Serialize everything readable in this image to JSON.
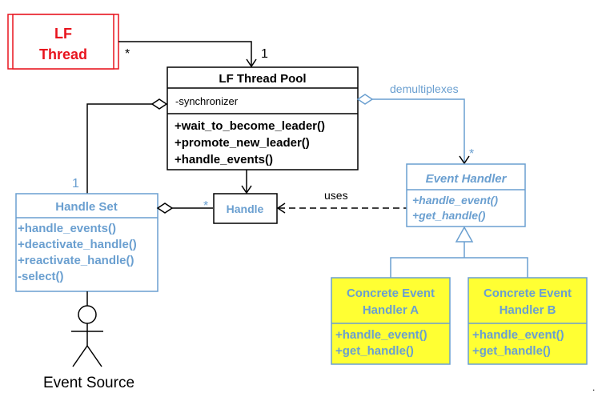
{
  "colors": {
    "red": "#e8141e",
    "blue": "#6a9fd0",
    "black": "#000000",
    "yellow": "#ffff33",
    "white": "#ffffff"
  },
  "lf_thread": {
    "line1": "LF",
    "line2": "Thread"
  },
  "thread_pool_assoc": {
    "many": "*",
    "one": "1"
  },
  "thread_pool": {
    "title": "LF Thread Pool",
    "attribute": "-synchronizer",
    "methods": [
      "+wait_to_become_leader()",
      "+promote_new_leader()",
      "+handle_events()"
    ]
  },
  "demux": {
    "label": "demultiplexes",
    "many": "*"
  },
  "handle_set": {
    "title": "Handle Set",
    "multiplicity": "1",
    "methods": [
      "+handle_events()",
      "+deactivate_handle()",
      "+reactivate_handle()",
      "-select()"
    ]
  },
  "handle": {
    "title": "Handle",
    "many": "*"
  },
  "uses_label": "uses",
  "event_handler": {
    "title": "Event Handler",
    "methods": [
      "+handle_event()",
      "+get_handle()"
    ]
  },
  "concrete_a": {
    "title_line1": "Concrete Event",
    "title_line2": "Handler A",
    "methods": [
      "+handle_event()",
      "+get_handle()"
    ]
  },
  "concrete_b": {
    "title_line1": "Concrete Event",
    "title_line2": "Handler B",
    "methods": [
      "+handle_event()",
      "+get_handle()"
    ]
  },
  "event_source": {
    "label": "Event Source"
  },
  "corner_mark": "."
}
